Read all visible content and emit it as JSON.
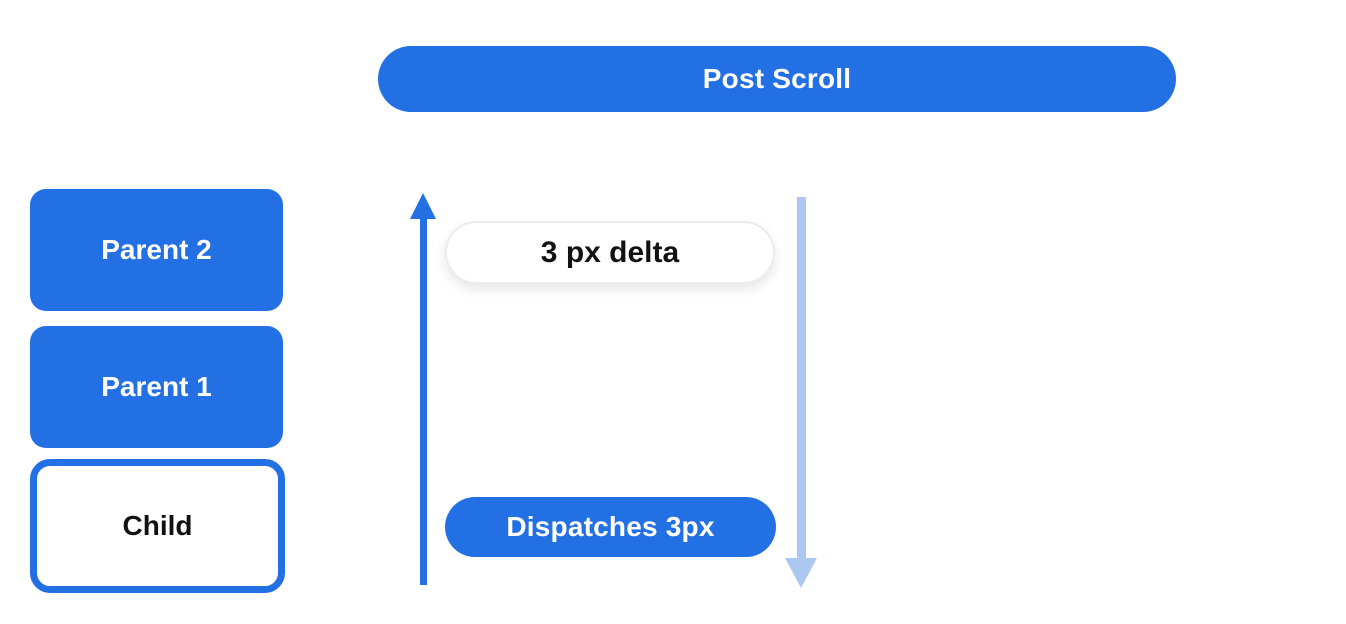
{
  "diagram": {
    "title_pill": {
      "label": "Post Scroll"
    },
    "nodes": [
      {
        "id": "parent2",
        "label": "Parent 2",
        "style": "filled-blue"
      },
      {
        "id": "parent1",
        "label": "Parent 1",
        "style": "filled-blue"
      },
      {
        "id": "child",
        "label": "Child",
        "style": "outlined-blue"
      }
    ],
    "annotations": {
      "delta_pill": {
        "label": "3 px delta",
        "style": "white-pill"
      },
      "dispatch_pill": {
        "label": "Dispatches 3px",
        "style": "blue-pill"
      }
    },
    "arrows": [
      {
        "id": "up-arrow",
        "direction": "up",
        "color": "#2370E4"
      },
      {
        "id": "down-arrow",
        "direction": "down",
        "color": "#ACC7F2"
      }
    ],
    "colors": {
      "primary_blue": "#2370E4",
      "light_blue": "#ACC7F2",
      "background": "#FFFFFF",
      "text_dark": "#121212",
      "text_light": "#FFFFFF"
    }
  }
}
